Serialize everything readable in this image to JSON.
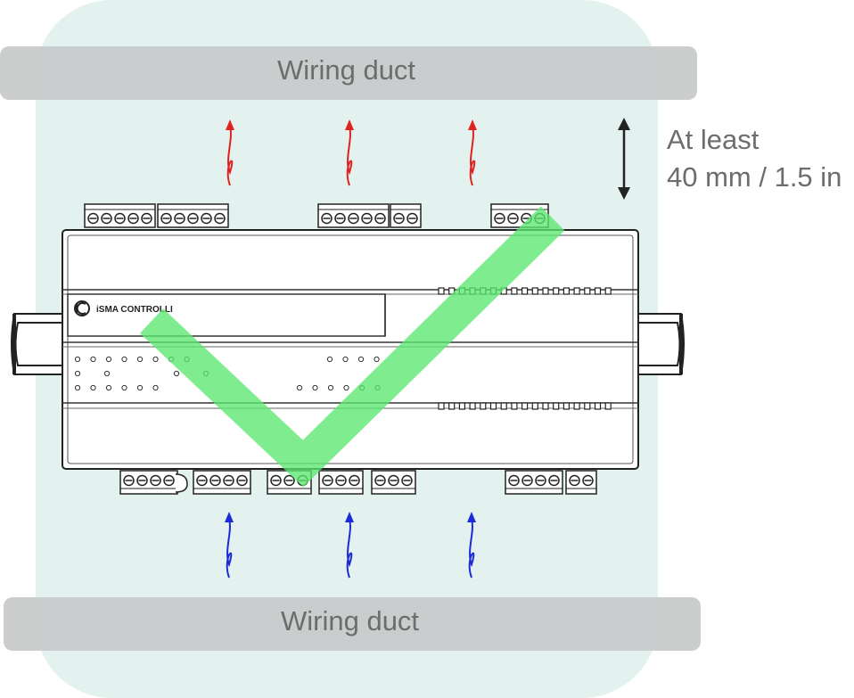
{
  "ducts": {
    "top_label": "Wiring duct",
    "bottom_label": "Wiring duct"
  },
  "clearance": {
    "line1": "At least",
    "line2": "40 mm / 1.5 in"
  },
  "device": {
    "brand": "iSMA CONTROLLI"
  },
  "colors": {
    "zone": "#e3f2ee",
    "duct": "#c7c9c9",
    "check": "#5be870",
    "warm_arrow": "#e0231f",
    "cool_arrow": "#1d2bd6",
    "outline": "#333333"
  },
  "icons": {
    "check": "checkmark-icon",
    "logo": "isma-logo-icon",
    "hot_air": "hot-air-arrow-icon",
    "cool_air": "cool-air-arrow-icon",
    "clearance": "double-arrow-icon"
  }
}
